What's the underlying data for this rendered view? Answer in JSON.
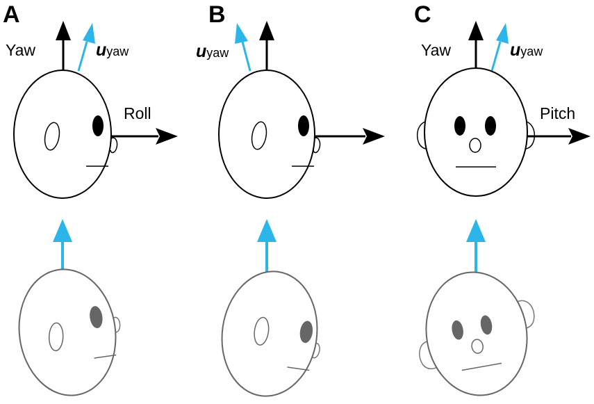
{
  "panels": [
    {
      "letter": "A",
      "yaw_label": "Yaw",
      "u_main": "u",
      "u_sub": "yaw",
      "side_label": "Roll"
    },
    {
      "letter": "B",
      "yaw_label": "",
      "u_main": "u",
      "u_sub": "yaw",
      "side_label": ""
    },
    {
      "letter": "C",
      "yaw_label": "Yaw",
      "u_main": "u",
      "u_sub": "yaw",
      "side_label": "Pitch"
    }
  ],
  "colors": {
    "accent": "#2bb5e8",
    "axis": "#000000",
    "head_top": "#000000",
    "head_bottom": "#666666",
    "eye_bottom": "#666666"
  },
  "icons": [
    "axis-arrow",
    "u-yaw-arrow",
    "head-outline",
    "eye",
    "ear",
    "nose",
    "mouth"
  ]
}
